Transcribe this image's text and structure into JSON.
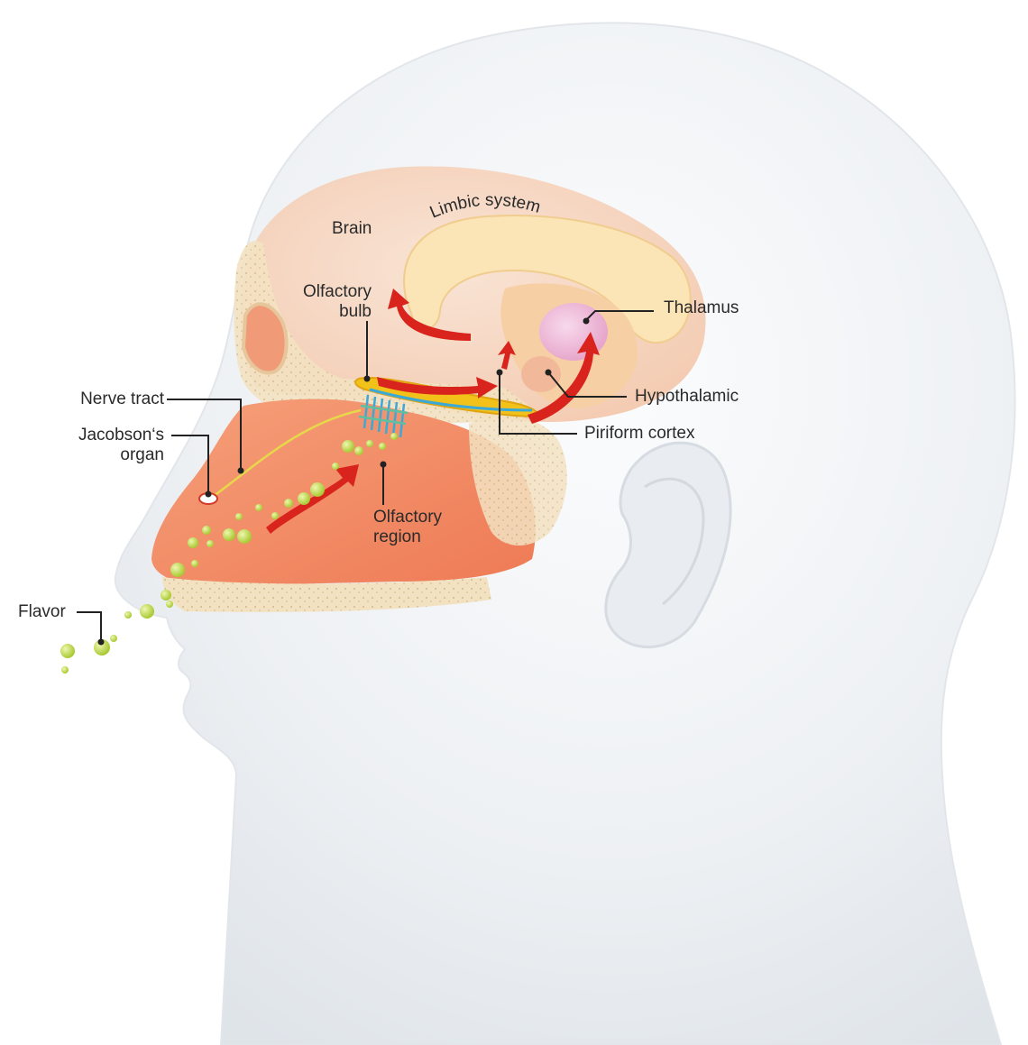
{
  "labels": {
    "brain": "Brain",
    "limbic_system": "Limbic system",
    "olfactory_bulb": [
      "Olfactory",
      "bulb"
    ],
    "thalamus": "Thalamus",
    "hypothalamic": "Hypothalamic",
    "piriform_cortex": "Piriform cortex",
    "nerve_tract": "Nerve tract",
    "jacobsons_organ": [
      "Jacobson‘s",
      "organ"
    ],
    "olfactory_region": [
      "Olfactory",
      "region"
    ],
    "flavor": "Flavor"
  },
  "colors": {
    "head": "#eef1f4",
    "brain_tissue": "#f6d7c4",
    "nasal_cavity": "#f08a62",
    "bone": "#f3e2c2",
    "arrow": "#d8241c",
    "particles": "#c6df4a",
    "nerve": "#3aa9d8",
    "bulb": "#f2c21a"
  }
}
